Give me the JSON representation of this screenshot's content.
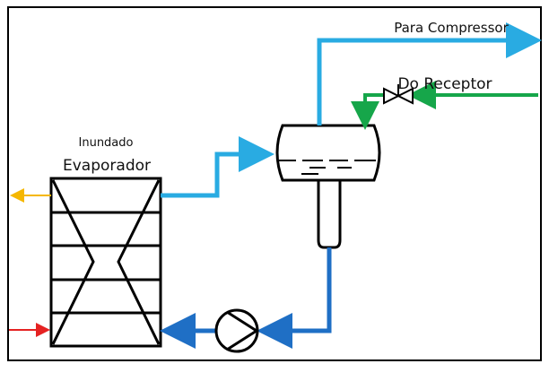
{
  "labels": {
    "para_compressor": "Para Compressor",
    "do_receptor": "Do Receptor",
    "inundado": "Inundado",
    "evaporador": "Evaporador"
  },
  "colors": {
    "vapor_line": "#29abe2",
    "liquid_line": "#1f6fc5",
    "receiver_line": "#16a64a",
    "oil_out_line": "#f5b700",
    "inlet_line": "#e52222",
    "stroke": "#000000"
  },
  "icons": {
    "pump": "pump-icon",
    "valve": "expansion-valve-icon"
  }
}
